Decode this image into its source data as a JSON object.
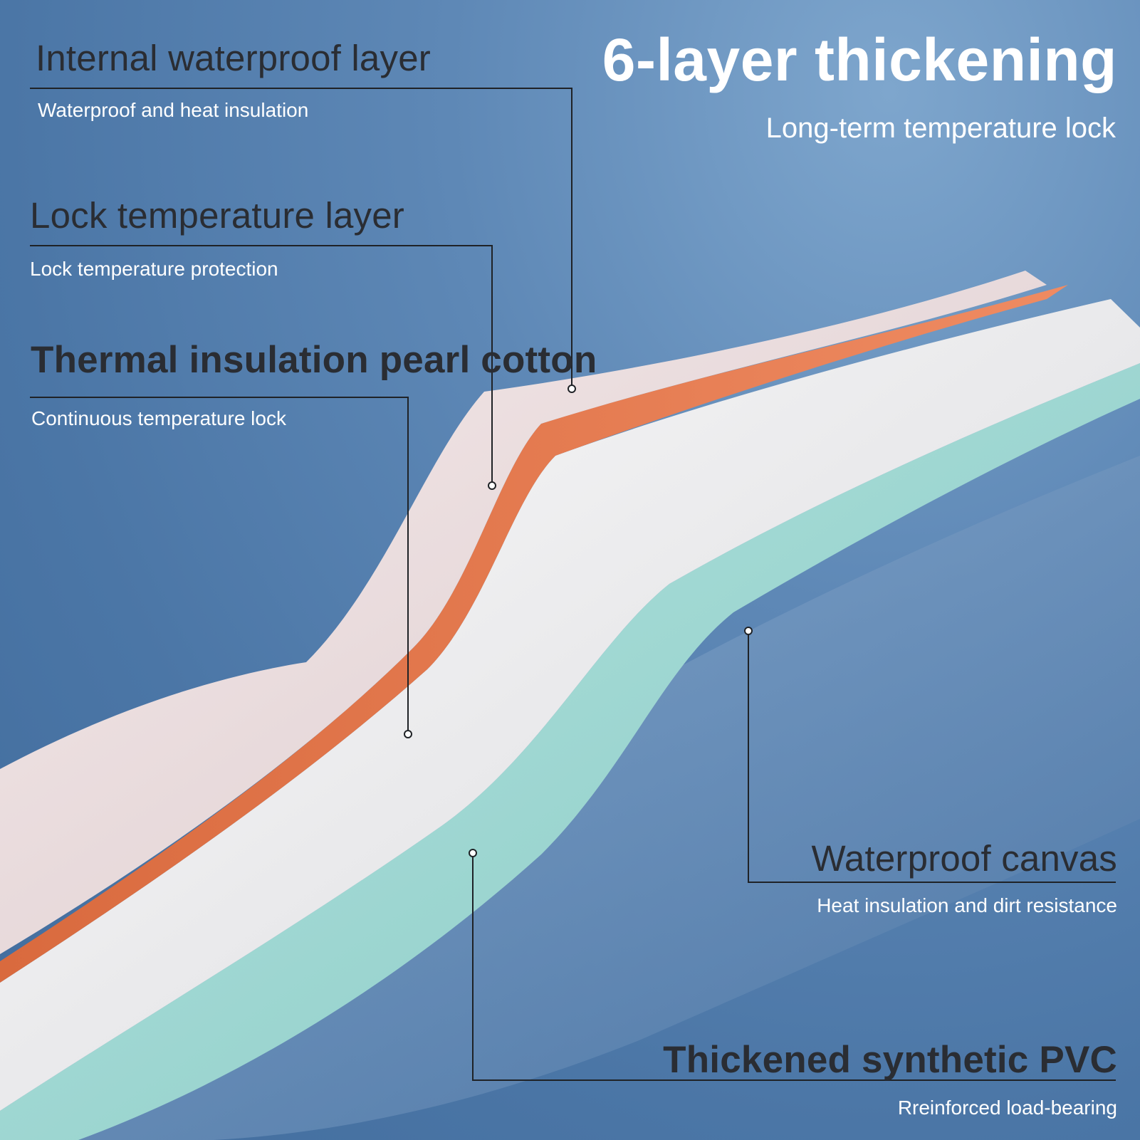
{
  "heading": {
    "title": "6-layer thickening",
    "subtitle": "Long-term temperature lock"
  },
  "layers": [
    {
      "title": "Internal waterproof layer",
      "subtitle": "Waterproof and heat insulation",
      "color": "#f3e6e6"
    },
    {
      "title": "Lock temperature layer",
      "subtitle": "Lock temperature protection",
      "color": "#e2784c"
    },
    {
      "title": "Thermal insulation pearl cotton",
      "subtitle": "Continuous temperature lock",
      "color": "#f2f2f2"
    },
    {
      "title": "Waterproof canvas",
      "subtitle": "Heat insulation and dirt resistance",
      "color": "#9fd8d4"
    },
    {
      "title": "Thickened synthetic PVC",
      "subtitle": "Rreinforced load-bearing",
      "color": "#6f8fb2"
    }
  ],
  "colors": {
    "background": "#4f7aaa",
    "callout_line": "#1f2226",
    "label_dark": "#2a2d33",
    "label_light": "#ffffff"
  }
}
